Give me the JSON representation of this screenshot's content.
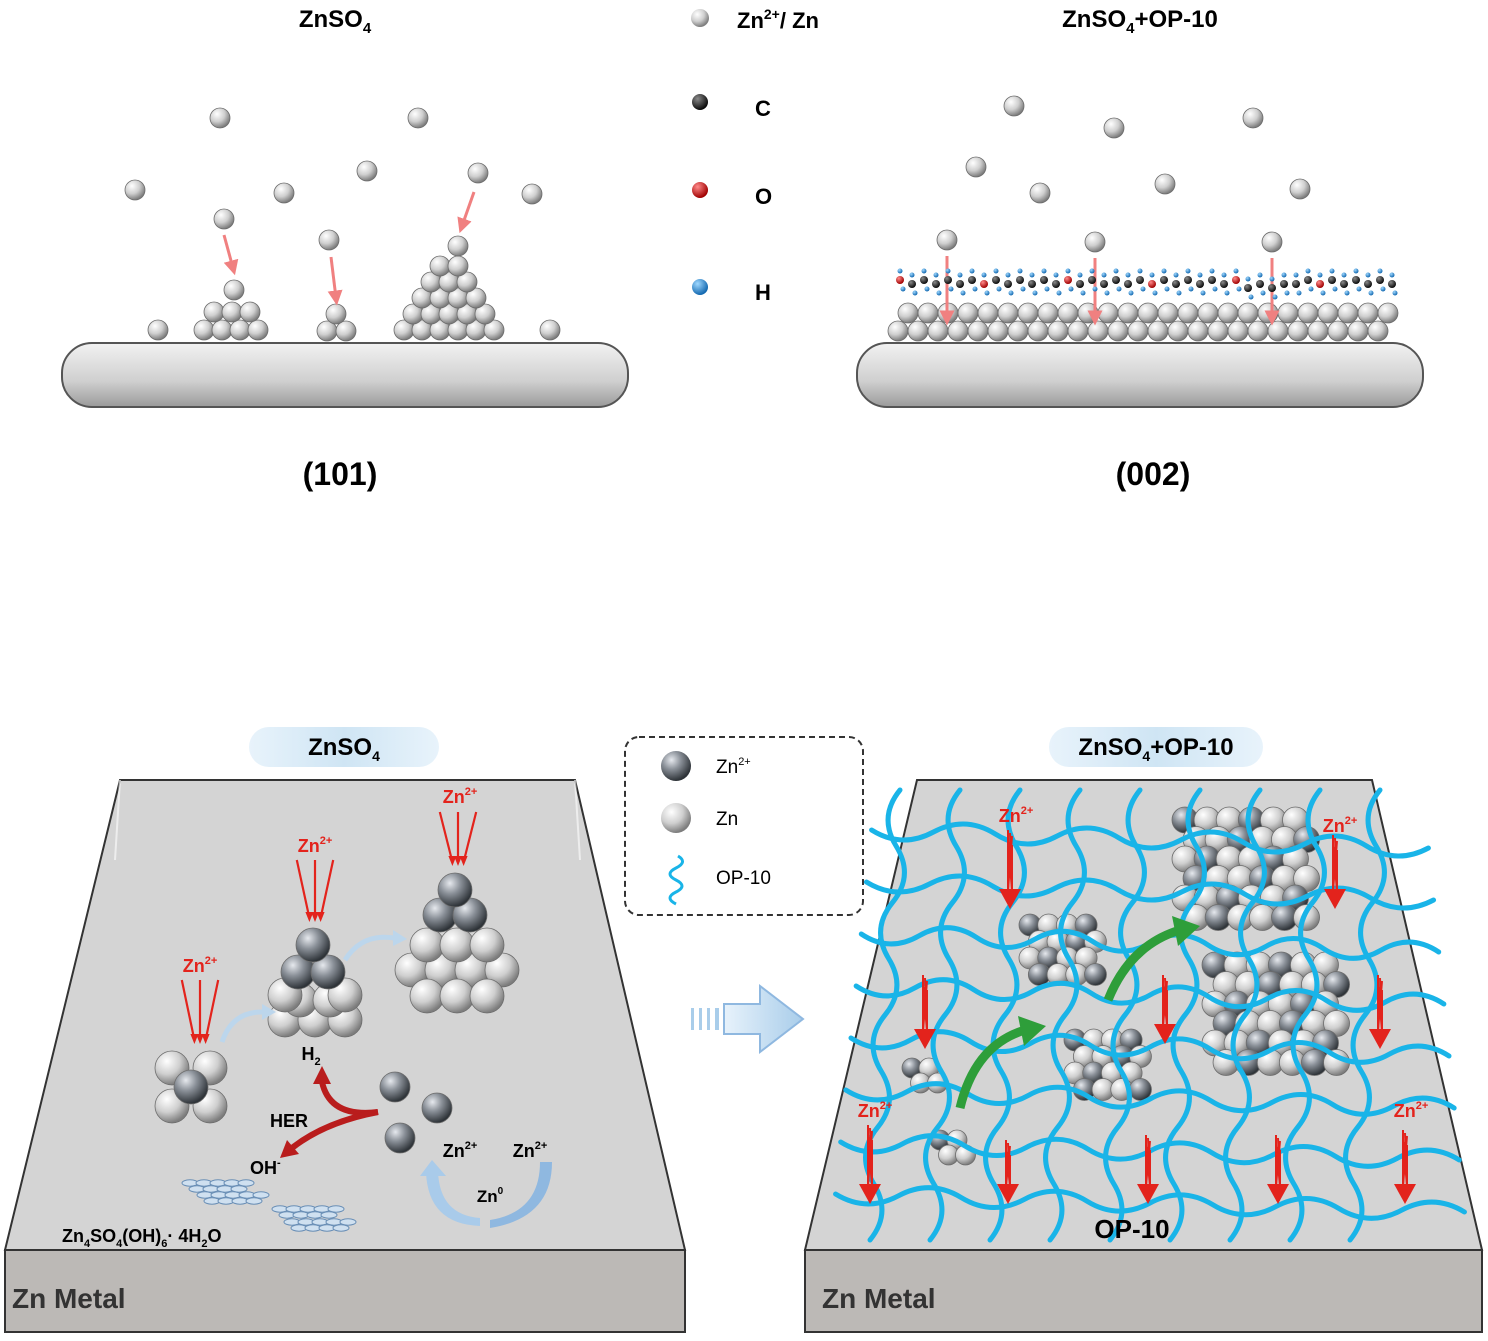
{
  "top": {
    "left_title": {
      "main": "ZnSO",
      "sub": "4"
    },
    "right_title": {
      "main": "ZnSO",
      "sub": "4",
      "tail": "+OP-10"
    },
    "legend": [
      {
        "label_main": "Zn",
        "label_sup": "2+",
        "label_tail": "/ Zn",
        "color": "#bdbdbd"
      },
      {
        "label_main": "C",
        "color": "#1e1e1e"
      },
      {
        "label_main": "O",
        "color": "#d01010"
      },
      {
        "label_main": "H",
        "color": "#2c8fd8"
      }
    ],
    "left_facet": "(101)",
    "right_facet": "(002)"
  },
  "bottom": {
    "left_title": {
      "main": "ZnSO",
      "sub": "4"
    },
    "right_title": {
      "main": "ZnSO",
      "sub": "4",
      "tail": "+OP-10"
    },
    "legend": [
      {
        "label_main": "Zn",
        "label_sup": "2+",
        "icon": "dark-sphere"
      },
      {
        "label_main": "Zn",
        "icon": "light-sphere"
      },
      {
        "label_main": "OP-10",
        "icon": "wavy-line"
      }
    ],
    "left_panel": {
      "zn2_label": {
        "main": "Zn",
        "sup": "2+"
      },
      "h2": {
        "main": "H",
        "sub": "2"
      },
      "her": "HER",
      "oh": {
        "main": "OH",
        "sup": "-"
      },
      "byproduct": {
        "p1": "Zn",
        "s1": "4",
        "p2": "SO",
        "s2": "4",
        "p3": "(OH)",
        "s3": "6",
        "p4": "· 4H",
        "s4": "2",
        "p5": "O"
      },
      "cycle_left": {
        "main": "Zn",
        "sup": "2+"
      },
      "cycle_right": {
        "main": "Zn",
        "sup": "2+"
      },
      "cycle_bottom": {
        "main": "Zn",
        "sup": "0"
      },
      "base": "Zn Metal"
    },
    "right_panel": {
      "zn2_label": {
        "main": "Zn",
        "sup": "2+"
      },
      "op10": "OP-10",
      "base": "Zn Metal"
    }
  },
  "colors": {
    "zn_red": "#e3231c",
    "arrow_pink": "#f08080",
    "op10_blue": "#19b4e8",
    "green_arrow": "#2e9e3a",
    "tray_gray": "#d6d6d6",
    "base_gray": "#b9b6b3",
    "title_pill": "#d8eaf6"
  }
}
